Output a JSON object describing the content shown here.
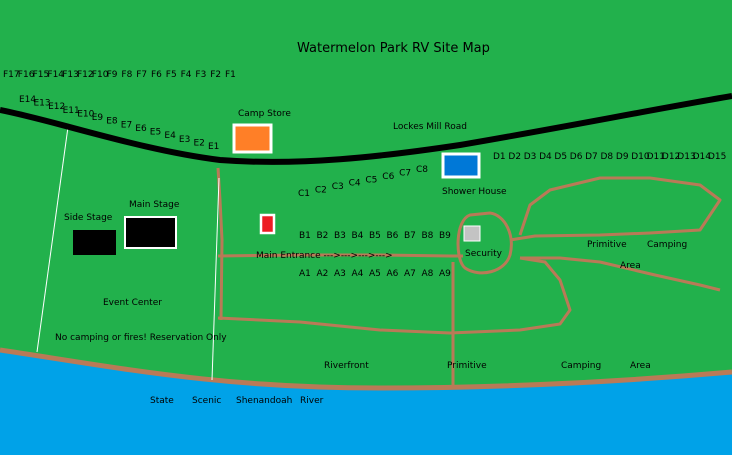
{
  "title": "Watermelon Park RV Site Map",
  "road_label": "Lockes Mill Road",
  "row_f": [
    "F17",
    "F16",
    "F15",
    "F14",
    "F13",
    "F12",
    "F10",
    "F9",
    "F8",
    "F7",
    "F6",
    "F5",
    "F4",
    "F3",
    "F2",
    "F1"
  ],
  "row_e": [
    "E14",
    "E13",
    "E12",
    "E11",
    "E10",
    "E9",
    "E8",
    "E7",
    "E6",
    "E5",
    "E4",
    "E3",
    "E2",
    "E1"
  ],
  "row_d": [
    "D1",
    "D2",
    "D3",
    "D4",
    "D5",
    "D6",
    "D7",
    "D8",
    "D9",
    "D10",
    "D11",
    "D12",
    "D13",
    "D14",
    "D15"
  ],
  "row_c": [
    "C1",
    "C2",
    "C3",
    "C4",
    "C5",
    "C6",
    "C7",
    "C8"
  ],
  "row_b": [
    "B1",
    "B2",
    "B3",
    "B4",
    "B5",
    "B6",
    "B7",
    "B8",
    "B9"
  ],
  "row_a": [
    "A1",
    "A2",
    "A3",
    "A4",
    "A5",
    "A6",
    "A7",
    "A8",
    "A9"
  ],
  "labels": {
    "camp_store": "Camp Store",
    "shower_house": "Shower House",
    "side_stage": "Side Stage",
    "main_stage": "Main Stage",
    "main_entrance": "Main Entrance --->--->--->--->",
    "security": "Security",
    "event_center": "Event Center",
    "no_camping": "No camping or fires!  Reservation Only",
    "primitive_top": "Primitive",
    "camping_top": "Camping",
    "area_top": "Area",
    "riverfront": "Riverfront",
    "primitive_bottom": "Primitive",
    "camping_bottom": "Camping",
    "area_bottom": "Area",
    "river": [
      "State",
      "Scenic",
      "Shenandoah",
      "River"
    ]
  },
  "colors": {
    "grass": "#22b14c",
    "water": "#00a2e8",
    "road": "#000000",
    "trail": "#b97a57",
    "camp_store": "#ff7f27",
    "shower_house": "#0078d7",
    "entrance_marker": "#ed1c24",
    "security_marker": "#c3c3c3"
  }
}
